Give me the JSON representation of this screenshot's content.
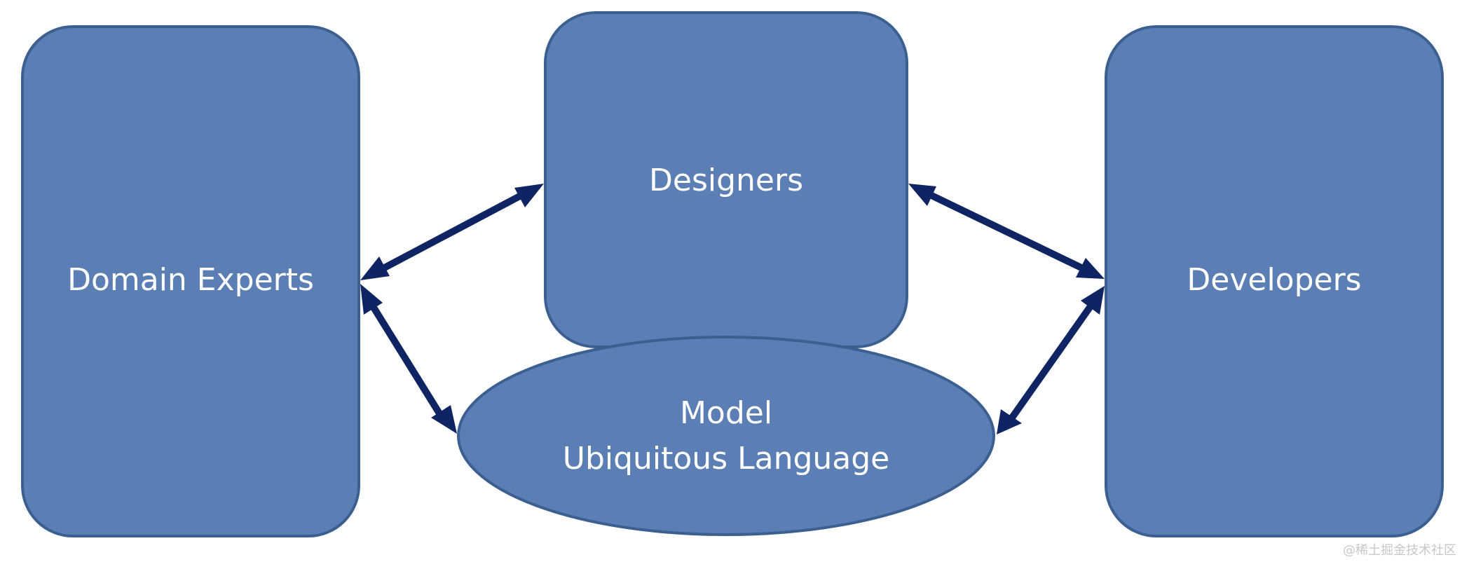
{
  "diagram": {
    "nodes": {
      "domain_experts": "Domain Experts",
      "designers": "Designers",
      "developers": "Developers",
      "model_line1": "Model",
      "model_line2": "Ubiquitous Language"
    },
    "colors": {
      "node_fill": "#5b7fb5",
      "node_stroke": "#3c5f92",
      "arrow": "#0f2462",
      "text": "#ffffff"
    },
    "edges": [
      {
        "from": "Domain Experts",
        "to": "Designers",
        "direction": "bidirectional"
      },
      {
        "from": "Designers",
        "to": "Developers",
        "direction": "bidirectional"
      },
      {
        "from": "Domain Experts",
        "to": "Model Ubiquitous Language",
        "direction": "bidirectional"
      },
      {
        "from": "Developers",
        "to": "Model Ubiquitous Language",
        "direction": "bidirectional"
      }
    ]
  },
  "watermark": "@稀土掘金技术社区"
}
